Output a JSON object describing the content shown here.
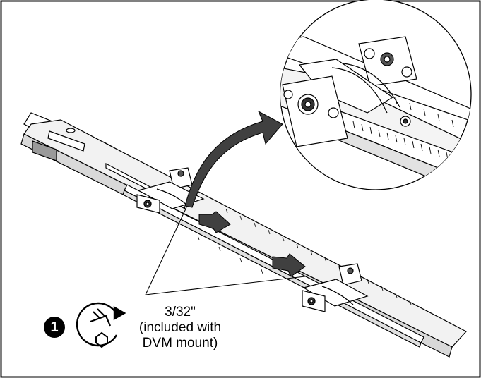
{
  "step": {
    "number": "1"
  },
  "callout": {
    "size": "3/32\"",
    "note_line1": "(included with",
    "note_line2": "DVM mount)"
  },
  "icons": {
    "tool": "hex-key-rotate-icon",
    "zoom_arrow": "curved-arrow-icon"
  },
  "colors": {
    "line": "#000000",
    "fill": "#ffffff",
    "shade": "#d9d9d9",
    "dark": "#404040"
  }
}
